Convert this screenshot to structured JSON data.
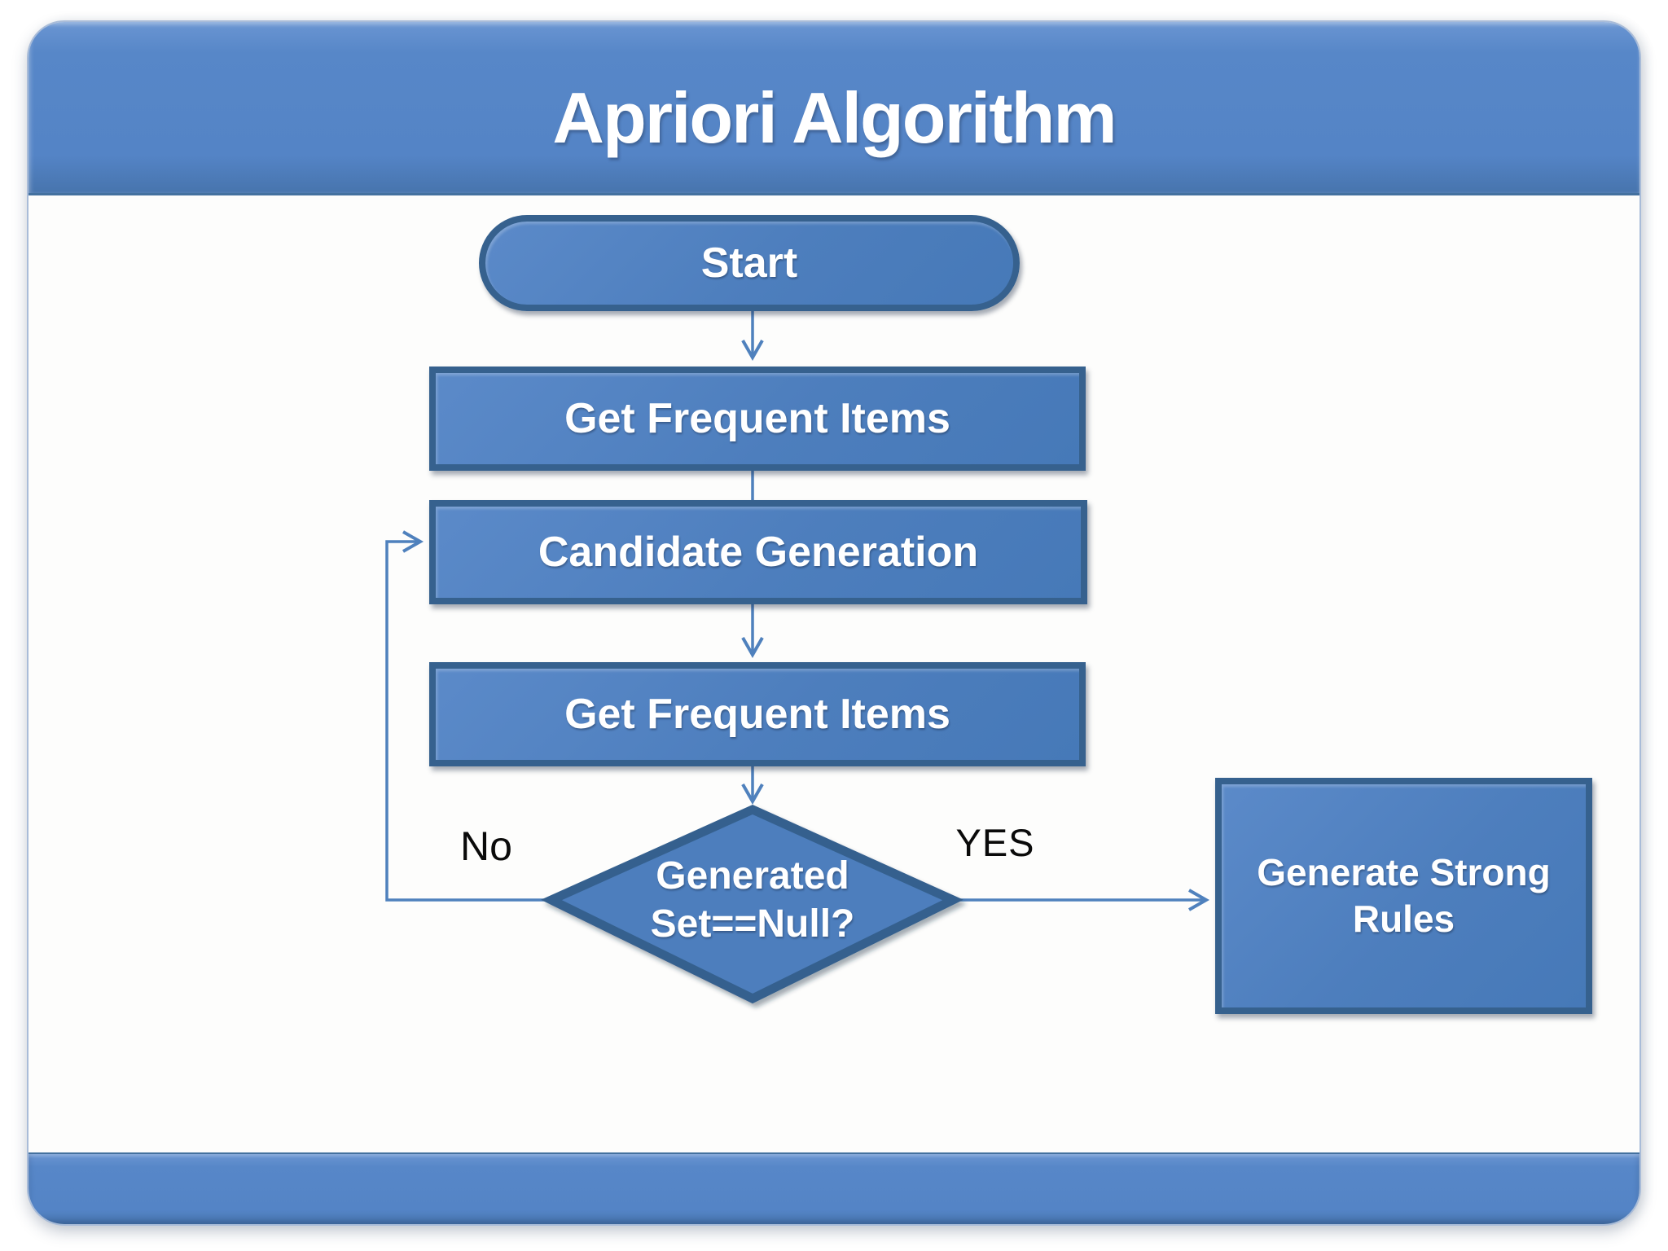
{
  "slide": {
    "title": "Apriori Algorithm"
  },
  "flowchart": {
    "nodes": [
      {
        "id": "start",
        "type": "terminator",
        "label": "Start"
      },
      {
        "id": "get-frequent-items-1",
        "type": "process",
        "label": "Get Frequent Items"
      },
      {
        "id": "candidate-generation",
        "type": "process",
        "label": "Candidate Generation"
      },
      {
        "id": "get-frequent-items-2",
        "type": "process",
        "label": "Get Frequent Items"
      },
      {
        "id": "generated-set-null",
        "type": "decision",
        "label": "Generated Set==Null?"
      },
      {
        "id": "generate-strong-rules",
        "type": "process",
        "label": "Generate Strong Rules"
      }
    ],
    "edge_labels": {
      "no": "No",
      "yes": "YES"
    }
  },
  "colors": {
    "band_blue": "#5484c6",
    "shape_fill": "#4d7ebd",
    "shape_border": "#36618e",
    "connector": "#4f81bd",
    "shape_text": "#ffffff",
    "edge_label_text": "#000000",
    "slide_background": "#fdfdfc"
  }
}
